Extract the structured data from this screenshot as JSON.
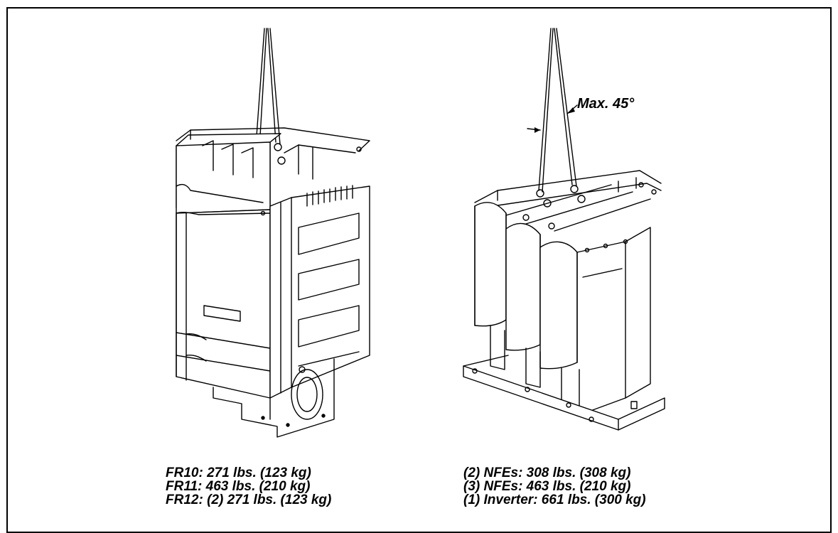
{
  "figure": {
    "angle_label": "Max. 45°",
    "left_caption": [
      "FR10: 271 lbs. (123 kg)",
      "FR11: 463 lbs. (210 kg)",
      "FR12: (2) 271 lbs. (123 kg)"
    ],
    "right_caption": [
      "(2) NFEs: 308 lbs. (308 kg)",
      "(3) NFEs: 463 lbs. (210 kg)",
      "(1) Inverter: 661 lbs. (300 kg)"
    ]
  }
}
